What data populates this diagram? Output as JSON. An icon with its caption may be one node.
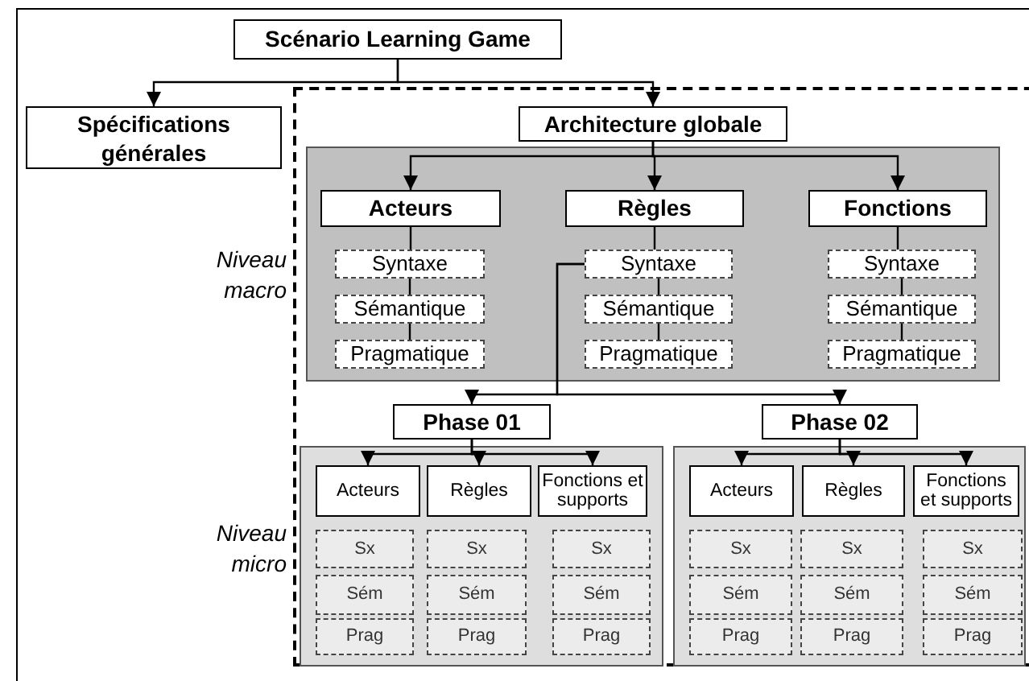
{
  "diagram": {
    "nodes": [
      {
        "text": [
          "Scénario Learning Game"
        ]
      },
      {
        "text": [
          "Spécifications générales"
        ]
      },
      {
        "text": [
          "Architecture globale"
        ]
      },
      {
        "text": [],
        "shape": "box"
      },
      {
        "text": [
          "Acteurs"
        ],
        "in": 3
      },
      {
        "text": [
          "Règles"
        ],
        "in": 3
      },
      {
        "text": [
          "Fonctions"
        ],
        "in": 3
      },
      {
        "text": [
          "Syntaxe"
        ],
        "in": 3
      },
      {
        "text": [
          "Sémantique"
        ],
        "in": 3
      },
      {
        "text": [
          "Pragmatique"
        ],
        "in": 3
      },
      {
        "text": [
          "Syntaxe"
        ],
        "in": 3
      },
      {
        "text": [
          "Sémantique"
        ],
        "in": 3
      },
      {
        "text": [
          "Pragmatique"
        ],
        "in": 3
      },
      {
        "text": [
          "Syntaxe"
        ],
        "in": 3
      },
      {
        "text": [
          "Sémantique"
        ],
        "in": 3
      },
      {
        "text": [
          "Pragmatique"
        ],
        "in": 3
      },
      {
        "text": [
          "Phase 01"
        ]
      },
      {
        "text": [
          "Phase 02"
        ]
      },
      {
        "text": [],
        "shape": "box"
      },
      {
        "text": [
          "Acteurs"
        ],
        "in": 18
      },
      {
        "text": [
          "Règles"
        ],
        "in": 18
      },
      {
        "text": [
          "Fonctions et supports"
        ],
        "in": 18
      },
      {
        "text": [
          "Sx"
        ],
        "in": 18
      },
      {
        "text": [
          "Sém"
        ],
        "in": 18
      },
      {
        "text": [
          "Prag"
        ],
        "in": 18
      },
      {
        "text": [
          "Sx"
        ],
        "in": 18
      },
      {
        "text": [
          "Sém"
        ],
        "in": 18
      },
      {
        "text": [
          "Prag"
        ],
        "in": 18
      },
      {
        "text": [
          "Sx"
        ],
        "in": 18
      },
      {
        "text": [
          "Sém"
        ],
        "in": 18
      },
      {
        "text": [
          "Prag"
        ],
        "in": 18
      },
      {
        "text": [],
        "shape": "box"
      },
      {
        "text": [
          "Acteurs"
        ],
        "in": 31
      },
      {
        "text": [
          "Règles"
        ],
        "in": 31
      },
      {
        "text": [
          "Fonctions et supports"
        ],
        "in": 31
      },
      {
        "text": [
          "Sx"
        ],
        "in": 31
      },
      {
        "text": [
          "Sém"
        ],
        "in": 31
      },
      {
        "text": [
          "Prag"
        ],
        "in": 31
      },
      {
        "text": [
          "Sx"
        ],
        "in": 31
      },
      {
        "text": [
          "Sém"
        ],
        "in": 31
      },
      {
        "text": [
          "Prag"
        ],
        "in": 31
      },
      {
        "text": [
          "Sx"
        ],
        "in": 31
      },
      {
        "text": [
          "Sém"
        ],
        "in": 31
      },
      {
        "text": [
          "Prag"
        ],
        "in": 31
      }
    ],
    "edges": [
      {
        "from": 0,
        "to": 1,
        "arrow": "to"
      },
      {
        "from": 0,
        "to": 2,
        "arrow": "to"
      },
      {
        "from": 2,
        "to": 4,
        "arrow": "to"
      },
      {
        "from": 2,
        "to": 5,
        "arrow": "to"
      },
      {
        "from": 2,
        "to": 6,
        "arrow": "to"
      },
      {
        "from": 4,
        "to": 7,
        "arrow": "none"
      },
      {
        "from": 7,
        "to": 8,
        "arrow": "none"
      },
      {
        "from": 8,
        "to": 9,
        "arrow": "none"
      },
      {
        "from": 5,
        "to": 10,
        "arrow": "none"
      },
      {
        "from": 10,
        "to": 11,
        "arrow": "none"
      },
      {
        "from": 11,
        "to": 12,
        "arrow": "none"
      },
      {
        "from": 6,
        "to": 13,
        "arrow": "none"
      },
      {
        "from": 13,
        "to": 14,
        "arrow": "none"
      },
      {
        "from": 14,
        "to": 15,
        "arrow": "none"
      },
      {
        "from": 10,
        "to": 16,
        "arrow": "to"
      },
      {
        "from": 10,
        "to": 17,
        "arrow": "to"
      },
      {
        "from": 16,
        "to": 19,
        "arrow": "to"
      },
      {
        "from": 16,
        "to": 20,
        "arrow": "to"
      },
      {
        "from": 16,
        "to": 21,
        "arrow": "to"
      },
      {
        "from": 17,
        "to": 32,
        "arrow": "to"
      },
      {
        "from": 17,
        "to": 33,
        "arrow": "to"
      },
      {
        "from": 17,
        "to": 34,
        "arrow": "to"
      }
    ],
    "labels": [
      "Niveau macro",
      "Niveau micro"
    ]
  }
}
